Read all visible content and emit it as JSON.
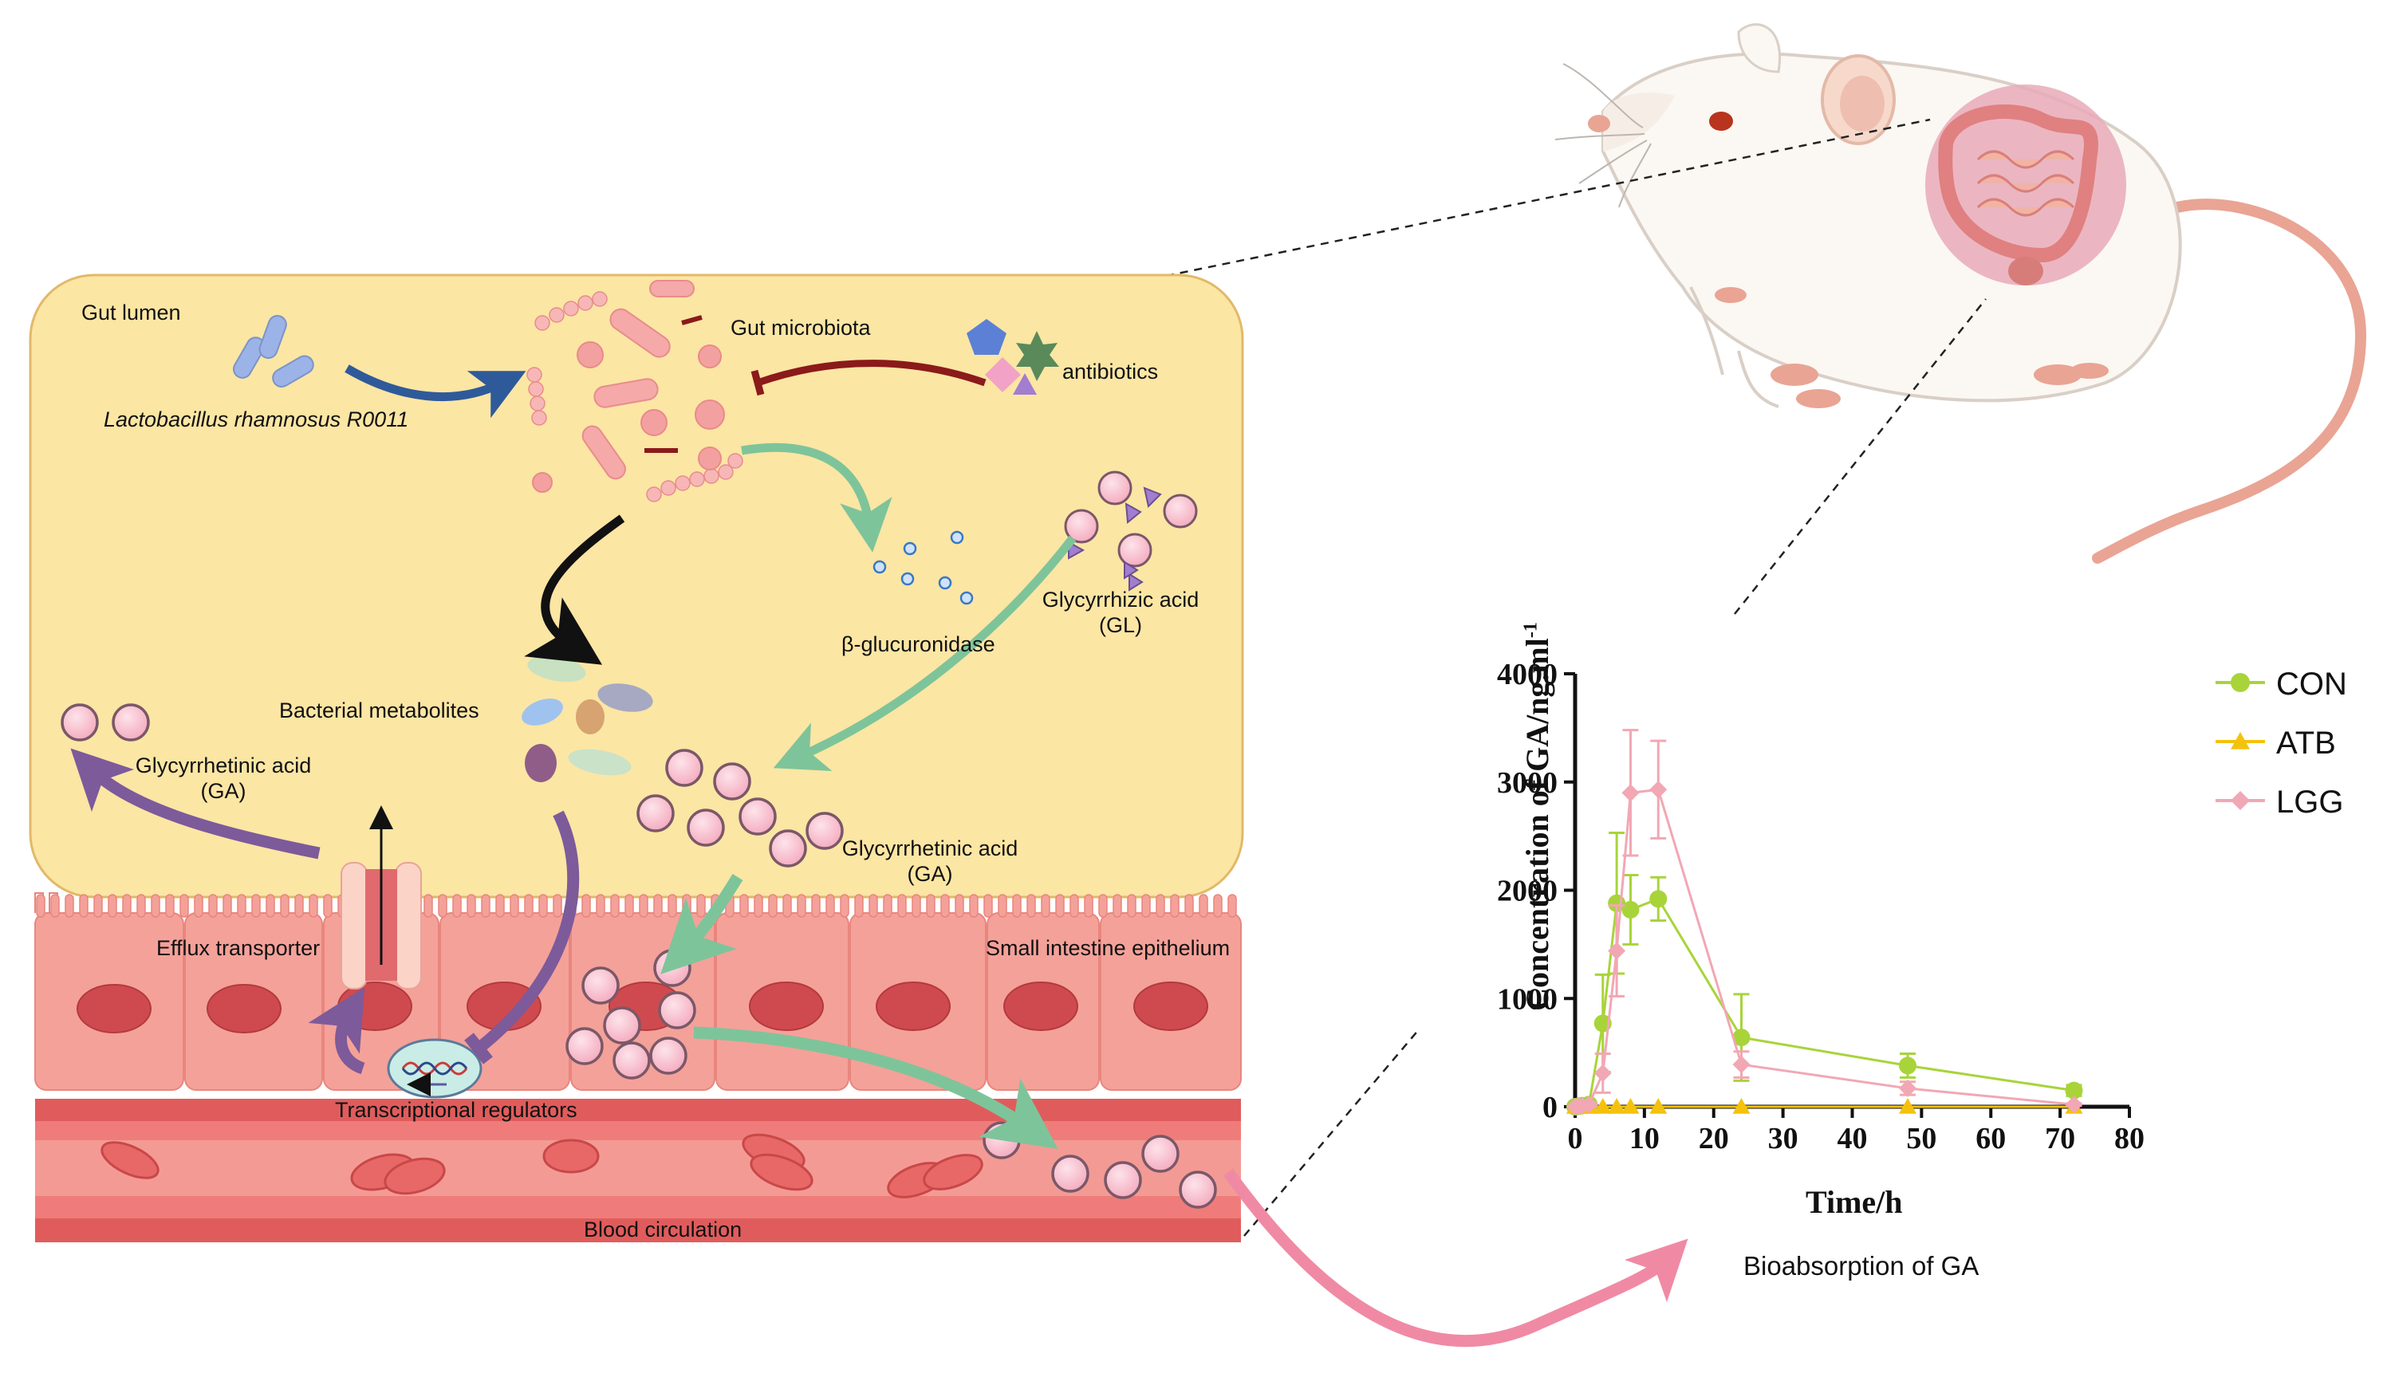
{
  "labels": {
    "gut_lumen": "Gut lumen",
    "lactobacillus": "Lactobacillus rhamnosus R0011",
    "gut_microbiota": "Gut microbiota",
    "antibiotics": "antibiotics",
    "beta_glucuronidase": "β-glucuronidase",
    "gl_line1": "Glycyrrhizic acid",
    "gl_line2": "(GL)",
    "bacterial_metabolites": "Bacterial metabolites",
    "ga_left_line1": "Glycyrrhetinic acid",
    "ga_left_line2": "(GA)",
    "ga_right_line1": "Glycyrrhetinic acid",
    "ga_right_line2": "(GA)",
    "efflux_transporter": "Efflux transporter",
    "small_intestine_epithelium": "Small intestine epithelium",
    "transcriptional_regulators": "Transcriptional regulators",
    "blood_circulation": "Blood circulation",
    "bioabsorption": "Bioabsorption of GA"
  },
  "colors": {
    "lumen_fill": "#fbe6a4",
    "lumen_stroke": "#e2b968",
    "epithelium": "#f4a199",
    "nucleus": "#cf4a4e",
    "blood": "#ef7c7a",
    "con": "#a8d43a",
    "atb": "#f4c20d",
    "lgg": "#f2a7b4",
    "pink_arrow": "#f08aa4",
    "green_arrow": "#7ec49a",
    "purple_arrow": "#7d5a9a",
    "blue_arrow": "#2f5a9a",
    "red_inhibit": "#8b1a1a"
  },
  "icons": [
    "mouse-icon",
    "intestine-icon",
    "bacteria-cluster-icon",
    "antibiotics-shapes-icon",
    "dna-icon"
  ],
  "chart_data": {
    "type": "line",
    "title": "",
    "xlabel": "Time/h",
    "ylabel": "Concentration of GA/ng.ml",
    "ylabel_superscript": "-1",
    "xlim": [
      0,
      80
    ],
    "ylim": [
      0,
      4000
    ],
    "xticks": [
      "0",
      "10",
      "20",
      "30",
      "40",
      "50",
      "60",
      "70",
      "80"
    ],
    "yticks": [
      "0",
      "1000",
      "2000",
      "3000",
      "4000"
    ],
    "grid": false,
    "legend_position": "right",
    "series": [
      {
        "name": "CON",
        "marker": "circle",
        "color": "#a8d43a",
        "x": [
          0,
          0.5,
          1,
          2,
          4,
          6,
          8,
          12,
          24,
          48,
          72
        ],
        "y": [
          0,
          5,
          10,
          20,
          770,
          1880,
          1820,
          1920,
          640,
          380,
          150
        ],
        "err": [
          0,
          5,
          10,
          20,
          450,
          650,
          320,
          200,
          400,
          110,
          50
        ]
      },
      {
        "name": "ATB",
        "marker": "triangle",
        "color": "#f4c20d",
        "x": [
          0,
          0.5,
          1,
          2,
          4,
          6,
          8,
          12,
          24,
          48,
          72
        ],
        "y": [
          0,
          0,
          0,
          0,
          0,
          0,
          0,
          0,
          0,
          0,
          0
        ],
        "err": [
          0,
          0,
          0,
          0,
          0,
          0,
          0,
          0,
          0,
          0,
          0
        ]
      },
      {
        "name": "LGG",
        "marker": "diamond",
        "color": "#f2a7b4",
        "x": [
          0,
          0.5,
          1,
          2,
          4,
          6,
          8,
          12,
          24,
          48,
          72
        ],
        "y": [
          0,
          5,
          10,
          20,
          310,
          1440,
          2900,
          2930,
          390,
          170,
          20
        ],
        "err": [
          0,
          5,
          10,
          20,
          180,
          420,
          580,
          450,
          120,
          60,
          10
        ]
      }
    ]
  }
}
